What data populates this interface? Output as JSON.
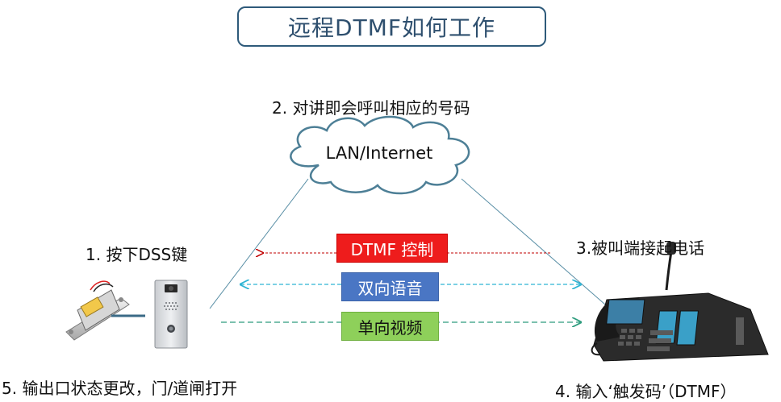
{
  "title": "远程DTMF如何工作",
  "steps": {
    "step1": "1. 按下DSS键",
    "step2": "2. 对讲即会呼叫相应的号码",
    "step3": "3.被叫端接起电话",
    "step4": "4. 输入‘触发码’（DTMF）",
    "step5": "5. 输出口状态更改，门/道闸打开"
  },
  "cloud_label": "LAN/Internet",
  "signals": {
    "dtmf": "DTMF 控制",
    "voice": "双向语音",
    "video": "单向视频"
  },
  "colors": {
    "dtmf_arrow": "#c00000",
    "voice_arrow": "#2fb5d4",
    "video_arrow": "#2e9c7e",
    "title_border": "#2e5a7a"
  }
}
